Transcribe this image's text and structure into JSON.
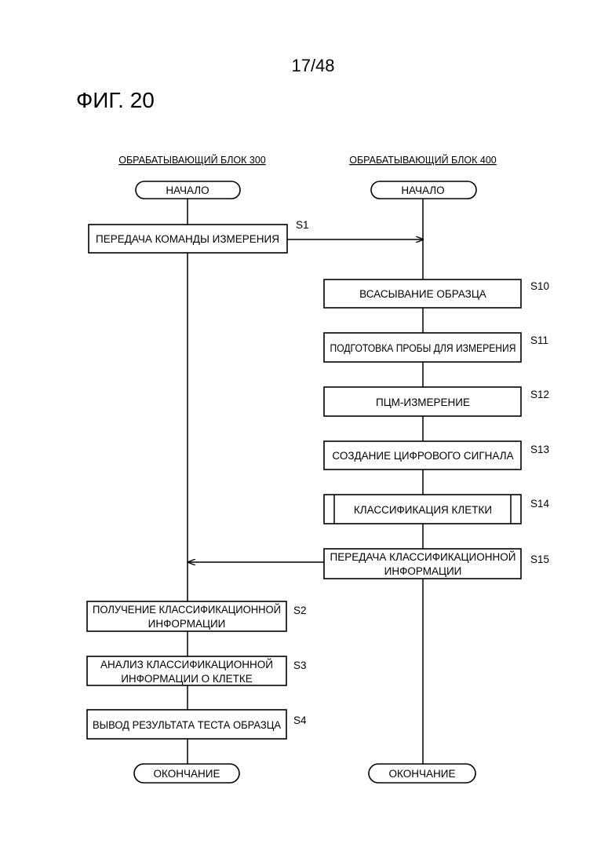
{
  "page_number": "17/48",
  "figure_title": "ФИГ. 20",
  "columns": {
    "left": "ОБРАБАТЫВАЮЩИЙ БЛОК 300",
    "right": "ОБРАБАТЫВАЮЩИЙ БЛОК 400"
  },
  "terminals": {
    "left_start": "НАЧАЛО",
    "right_start": "НАЧАЛО",
    "left_end": "ОКОНЧАНИЕ",
    "right_end": "ОКОНЧАНИЕ"
  },
  "steps": {
    "s1": {
      "id": "S1",
      "line1": "ПЕРЕДАЧА КОМАНДЫ ИЗМЕРЕНИЯ",
      "line2": ""
    },
    "s10": {
      "id": "S10",
      "line1": "ВСАСЫВАНИЕ ОБРАЗЦА",
      "line2": ""
    },
    "s11": {
      "id": "S11",
      "line1": "ПОДГОТОВКА ПРОБЫ ДЛЯ ИЗМЕРЕНИЯ",
      "line2": ""
    },
    "s12": {
      "id": "S12",
      "line1": "ПЦМ-ИЗМЕРЕНИЕ",
      "line2": ""
    },
    "s13": {
      "id": "S13",
      "line1": "СОЗДАНИЕ ЦИФРОВОГО СИГНАЛА",
      "line2": ""
    },
    "s14": {
      "id": "S14",
      "line1": "КЛАССИФИКАЦИЯ КЛЕТКИ",
      "line2": ""
    },
    "s15": {
      "id": "S15",
      "line1": "ПЕРЕДАЧА КЛАССИФИКАЦИОННОЙ",
      "line2": "ИНФОРМАЦИИ"
    },
    "s2": {
      "id": "S2",
      "line1": "ПОЛУЧЕНИЕ КЛАССИФИКАЦИОННОЙ",
      "line2": "ИНФОРМАЦИИ"
    },
    "s3": {
      "id": "S3",
      "line1": "АНАЛИЗ КЛАССИФИКАЦИОННОЙ",
      "line2": "ИНФОРМАЦИИ О КЛЕТКЕ"
    },
    "s4": {
      "id": "S4",
      "line1": "ВЫВОД РЕЗУЛЬТАТА ТЕСТА ОБРАЗЦА",
      "line2": ""
    }
  }
}
